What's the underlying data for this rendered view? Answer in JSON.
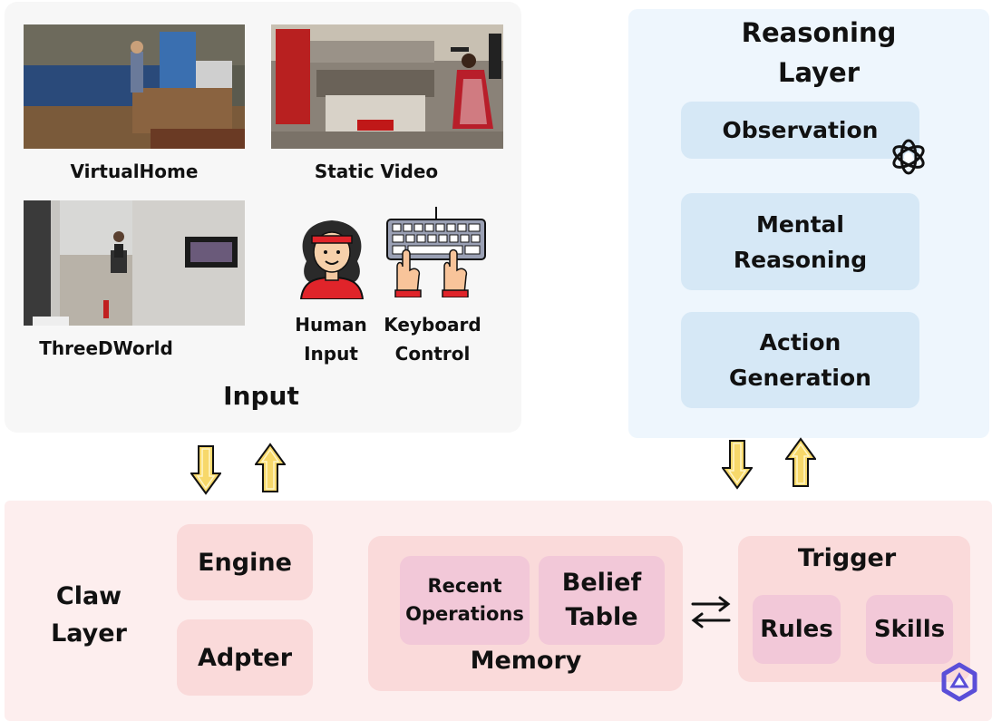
{
  "input": {
    "title": "Input",
    "virtualhome_label": "VirtualHome",
    "static_video_label": "Static Video",
    "threedworld_label": "ThreeDWorld",
    "human_input_line1": "Human",
    "human_input_line2": "Input",
    "keyboard_line1": "Keyboard",
    "keyboard_line2": "Control"
  },
  "reasoning": {
    "title_line1": "Reasoning",
    "title_line2": "Layer",
    "observation": "Observation",
    "mental_line1": "Mental",
    "mental_line2": "Reasoning",
    "action_line1": "Action",
    "action_line2": "Generation"
  },
  "claw": {
    "title_line1": "Claw",
    "title_line2": "Layer",
    "engine": "Engine",
    "adapter": "Adpter",
    "memory": {
      "title": "Memory",
      "recent_line1": "Recent",
      "recent_line2": "Operations",
      "belief_line1": "Belief",
      "belief_line2": "Table"
    },
    "trigger": {
      "title": "Trigger",
      "rules": "Rules",
      "skills": "Skills"
    }
  },
  "icons": [
    "openai-logo-icon",
    "qwen-logo-icon",
    "down-arrow-icon",
    "up-arrow-icon",
    "exchange-arrows-icon"
  ],
  "colors": {
    "input_panel": "#f7f7f7",
    "reasoning_panel": "#eef6fd",
    "reasoning_box": "#d6e8f6",
    "claw_panel": "#fdeeee",
    "claw_box": "#fadada",
    "claw_inner_box": "#f2c8d8",
    "arrow_fill": "#f7d86a"
  }
}
